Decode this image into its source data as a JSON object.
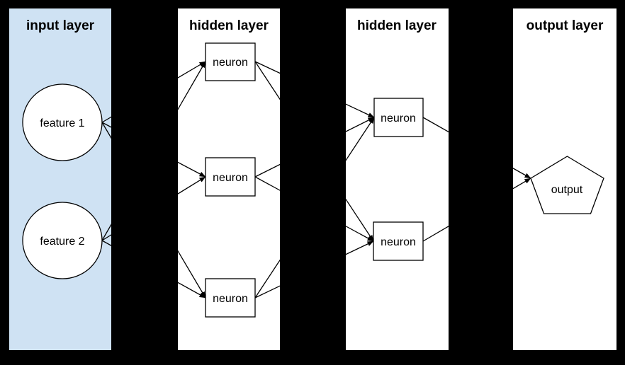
{
  "canvas": {
    "background": "#000000"
  },
  "colors": {
    "stroke": "#000000",
    "node_fill": "#ffffff",
    "input_panel_fill": "#cfe2f3",
    "panel_fill": "#ffffff"
  },
  "layers": [
    {
      "id": "input",
      "title": "input layer",
      "fill": "#cfe2f3",
      "nodes": [
        {
          "id": "f1",
          "label": "feature 1",
          "shape": "circle"
        },
        {
          "id": "f2",
          "label": "feature 2",
          "shape": "circle"
        }
      ]
    },
    {
      "id": "hidden1",
      "title": "hidden layer",
      "fill": "#ffffff",
      "nodes": [
        {
          "id": "h1a",
          "label": "neuron",
          "shape": "rectangle"
        },
        {
          "id": "h1b",
          "label": "neuron",
          "shape": "rectangle"
        },
        {
          "id": "h1c",
          "label": "neuron",
          "shape": "rectangle"
        }
      ]
    },
    {
      "id": "hidden2",
      "title": "hidden layer",
      "fill": "#ffffff",
      "nodes": [
        {
          "id": "h2a",
          "label": "neuron",
          "shape": "rectangle"
        },
        {
          "id": "h2b",
          "label": "neuron",
          "shape": "rectangle"
        }
      ]
    },
    {
      "id": "output",
      "title": "output layer",
      "fill": "#ffffff",
      "nodes": [
        {
          "id": "out",
          "label": "output",
          "shape": "pentagon"
        }
      ]
    }
  ],
  "connections": [
    {
      "from": "f1",
      "to": "h1a"
    },
    {
      "from": "f1",
      "to": "h1b"
    },
    {
      "from": "f1",
      "to": "h1c"
    },
    {
      "from": "f2",
      "to": "h1a"
    },
    {
      "from": "f2",
      "to": "h1b"
    },
    {
      "from": "f2",
      "to": "h1c"
    },
    {
      "from": "h1a",
      "to": "h2a"
    },
    {
      "from": "h1a",
      "to": "h2b"
    },
    {
      "from": "h1b",
      "to": "h2a"
    },
    {
      "from": "h1b",
      "to": "h2b"
    },
    {
      "from": "h1c",
      "to": "h2a"
    },
    {
      "from": "h1c",
      "to": "h2b"
    },
    {
      "from": "h2a",
      "to": "out"
    },
    {
      "from": "h2b",
      "to": "out"
    }
  ]
}
